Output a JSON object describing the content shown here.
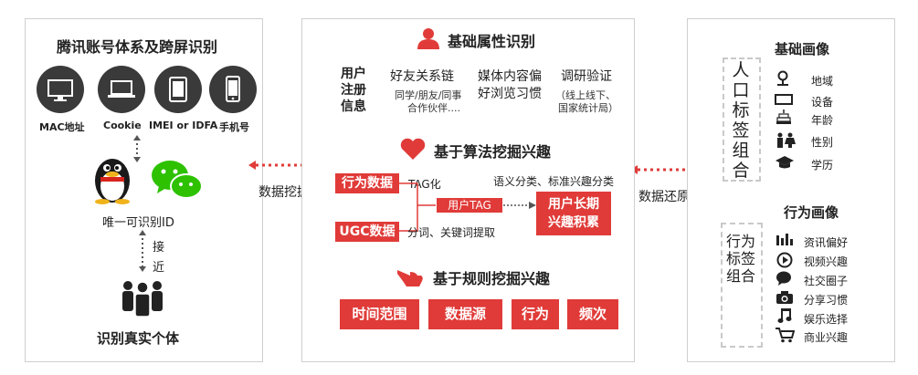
{
  "left_panel": {
    "title": "腾讯账号体系及跨屏识别",
    "devices": [
      {
        "label": "MAC地址",
        "icon": "monitor-icon"
      },
      {
        "label": "Cookie",
        "icon": "laptop-icon"
      },
      {
        "label": "IMEI or IDFA",
        "icon": "tablet-icon"
      },
      {
        "label": "手机号",
        "icon": "phone-icon"
      }
    ],
    "unique_id": "唯一可识别ID",
    "approach": [
      "接",
      "近"
    ],
    "real_person": "识别真实个体"
  },
  "arrow_left_label": "数据挖掘",
  "arrow_right_label": "数据还原",
  "middle_panel": {
    "basic_title": "基础属性识别",
    "user_reg": [
      "用户",
      "注册",
      "信息"
    ],
    "cols": [
      {
        "head": "好友关系链",
        "sub": [
          "同学/朋友/同事",
          "合作伙伴...."
        ]
      },
      {
        "head": "媒体内容偏",
        "head2": "好浏览习惯",
        "sub": []
      },
      {
        "head": "调研验证",
        "sub": [
          "（线上线下、",
          "国家统计局）"
        ]
      }
    ],
    "algo_title": "基于算法挖掘兴趣",
    "behavior_data": "行为数据",
    "tag_ize": "TAG化",
    "semantic": "语义分类、标准兴趣分类",
    "user_tag": "用户TAG",
    "long_term": [
      "用户长期",
      "兴趣积累"
    ],
    "ugc_data": "UGC数据",
    "segmentation": "分词、关键词提取",
    "rule_title": "基于规则挖掘兴趣",
    "rule_buttons": [
      "时间范围",
      "数据源",
      "行为",
      "频次"
    ]
  },
  "right_panel": {
    "basic_title": "基础画像",
    "basic_vertical": [
      "人",
      "口",
      "标",
      "签",
      "组",
      "合"
    ],
    "basic_items": [
      {
        "label": "地域",
        "icon": "location-pin-icon"
      },
      {
        "label": "设备",
        "icon": "device-icon"
      },
      {
        "label": "年龄",
        "icon": "cake-icon"
      },
      {
        "label": "性别",
        "icon": "gender-icon"
      },
      {
        "label": "学历",
        "icon": "graduation-cap-icon"
      }
    ],
    "behavior_title": "行为画像",
    "behavior_vertical": [
      "行为",
      "标签",
      "组合"
    ],
    "behavior_items": [
      {
        "label": "资讯偏好",
        "icon": "news-icon"
      },
      {
        "label": "视频兴趣",
        "icon": "play-icon"
      },
      {
        "label": "社交圈子",
        "icon": "chat-icon"
      },
      {
        "label": "分享习惯",
        "icon": "camera-icon"
      },
      {
        "label": "娱乐选择",
        "icon": "music-icon"
      },
      {
        "label": "商业兴趣",
        "icon": "cart-icon"
      }
    ]
  },
  "colors": {
    "accent": "#e03b38",
    "dark": "#3a3a3a",
    "border": "#cfcfcf"
  }
}
